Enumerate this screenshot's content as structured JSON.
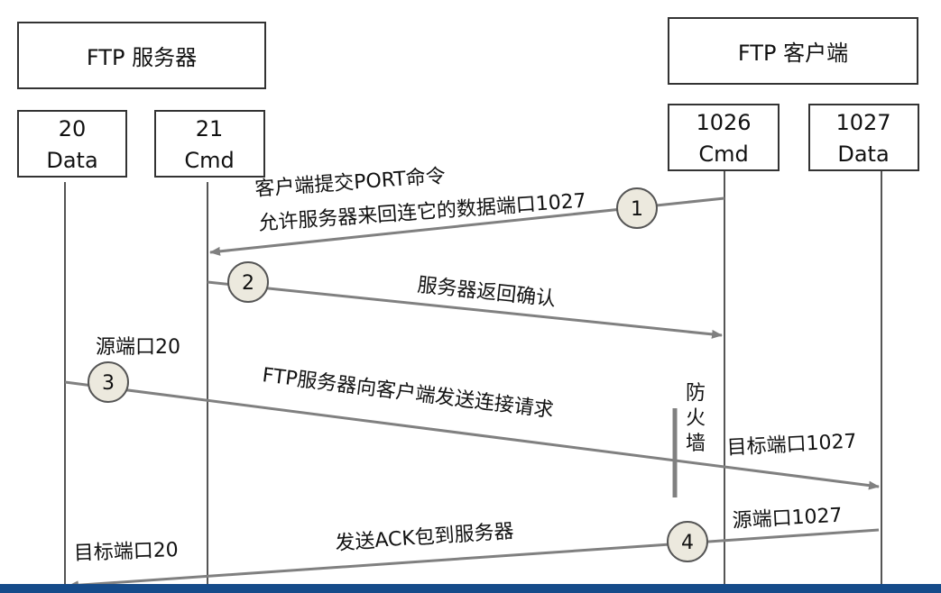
{
  "hosts": {
    "server": "FTP 服务器",
    "client": "FTP 客户端"
  },
  "ports": {
    "server_data": {
      "num": "20",
      "kind": "Data"
    },
    "server_cmd": {
      "num": "21",
      "kind": "Cmd"
    },
    "client_cmd": {
      "num": "1026",
      "kind": "Cmd"
    },
    "client_data": {
      "num": "1027",
      "kind": "Data"
    }
  },
  "steps": [
    {
      "num": "1",
      "lines": [
        "客户端提交PORT命令",
        "允许服务器来回连它的数据端口1027"
      ]
    },
    {
      "num": "2",
      "lines": [
        "服务器返回确认"
      ]
    },
    {
      "num": "3",
      "lines": [
        "FTP服务器向客户端发送连接请求"
      ],
      "src": "源端口20",
      "dst": "目标端口1027"
    },
    {
      "num": "4",
      "lines": [
        "发送ACK包到服务器"
      ],
      "src": "源端口1027",
      "dst": "目标端口20"
    }
  ],
  "firewall": [
    "防",
    "火",
    "墙"
  ],
  "colors": {
    "arrow": "#808080",
    "firewall": "#808080",
    "badge_fill": "#ece9de",
    "bottom_bar": "#154b8a"
  }
}
